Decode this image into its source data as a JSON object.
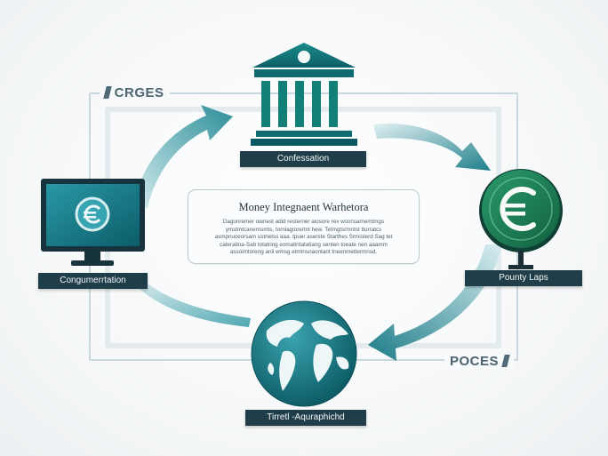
{
  "corner_labels": {
    "top_left": "CRGES",
    "bottom_right": "POCES"
  },
  "nodes": {
    "bank": {
      "label": "Confessation",
      "icon": "bank-building-icon"
    },
    "computer": {
      "label": "Congumerrtation",
      "icon": "computer-monitor-icon"
    },
    "euro": {
      "label": "Pounty Laps",
      "icon": "euro-coin-icon"
    },
    "globe": {
      "label": "Tirretl -Aquraphichd",
      "icon": "globe-icon"
    }
  },
  "center_card": {
    "title": "Money Integnaent Warhetora",
    "body": "Dagonremer oienest adid resterner aiosore rex wsnnsamemtmgs ymstmtcanernsmts, tornlagiorertnt hew. Tetmgtsrmntst ttorratcs asmpnuceorsam ustnetss aaa. tpuer aserste Starthes Srmisterd Sag tet cateratina-Sab totatring eomatintatatiang senten toeate nen aaamm assoimtoreng anil wmsg etmtnsnaontant tneenmettermnsd."
  },
  "colors": {
    "teal_dark": "#0f6b72",
    "teal": "#1f8a92",
    "teal_light": "#8ccad4",
    "euro_green": "#1d7a55",
    "navy": "#1f3e4a"
  }
}
